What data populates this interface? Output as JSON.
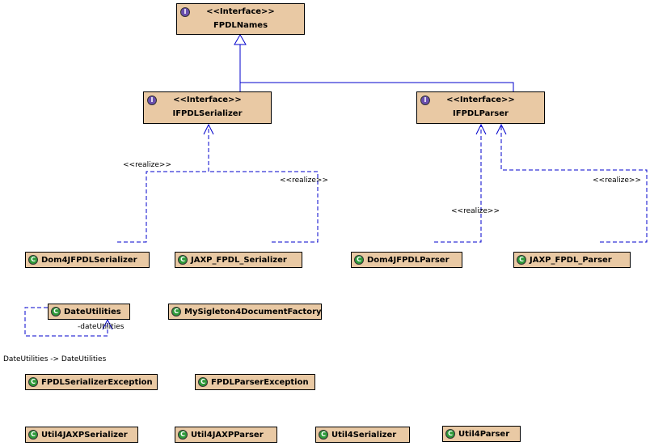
{
  "interfaces": {
    "fpdl_names": {
      "stereotype": "<<Interface>>",
      "name": "FPDLNames",
      "badge": "I"
    },
    "ifpdl_serializer": {
      "stereotype": "<<Interface>>",
      "name": "IFPDLSerializer",
      "badge": "I"
    },
    "ifpdl_parser": {
      "stereotype": "<<Interface>>",
      "name": "IFPDLParser",
      "badge": "I"
    }
  },
  "classes": {
    "dom4j_serializer": {
      "name": "Dom4JFPDLSerializer",
      "badge": "C"
    },
    "jaxp_serializer": {
      "name": "JAXP_FPDL_Serializer",
      "badge": "C"
    },
    "dom4j_parser": {
      "name": "Dom4JFPDLParser",
      "badge": "C"
    },
    "jaxp_parser": {
      "name": "JAXP_FPDL_Parser",
      "badge": "C"
    },
    "date_utilities": {
      "name": "DateUtilities",
      "badge": "C"
    },
    "singleton_factory": {
      "name": "MySigleton4DocumentFactory",
      "badge": "C"
    },
    "serializer_exception": {
      "name": "FPDLSerializerException",
      "badge": "C"
    },
    "parser_exception": {
      "name": "FPDLParserException",
      "badge": "C"
    },
    "util_jaxp_serializer": {
      "name": "Util4JAXPSerializer",
      "badge": "C"
    },
    "util_jaxp_parser": {
      "name": "Util4JAXPParser",
      "badge": "C"
    },
    "util_serializer": {
      "name": "Util4Serializer",
      "badge": "C"
    },
    "util_parser": {
      "name": "Util4Parser",
      "badge": "C"
    }
  },
  "labels": {
    "realize_1": "<<realize>>",
    "realize_2": "<<realize>>",
    "realize_3": "<<realize>>",
    "realize_4": "<<realize>>",
    "self_role": "-dateUtilities",
    "self_assoc_caption": "DateUtilities -> DateUtilities"
  },
  "colors": {
    "box_fill": "#e9c9a4",
    "connector": "#0000cc",
    "interface_badge": "#6a4fae",
    "class_badge": "#2f9a3a"
  }
}
